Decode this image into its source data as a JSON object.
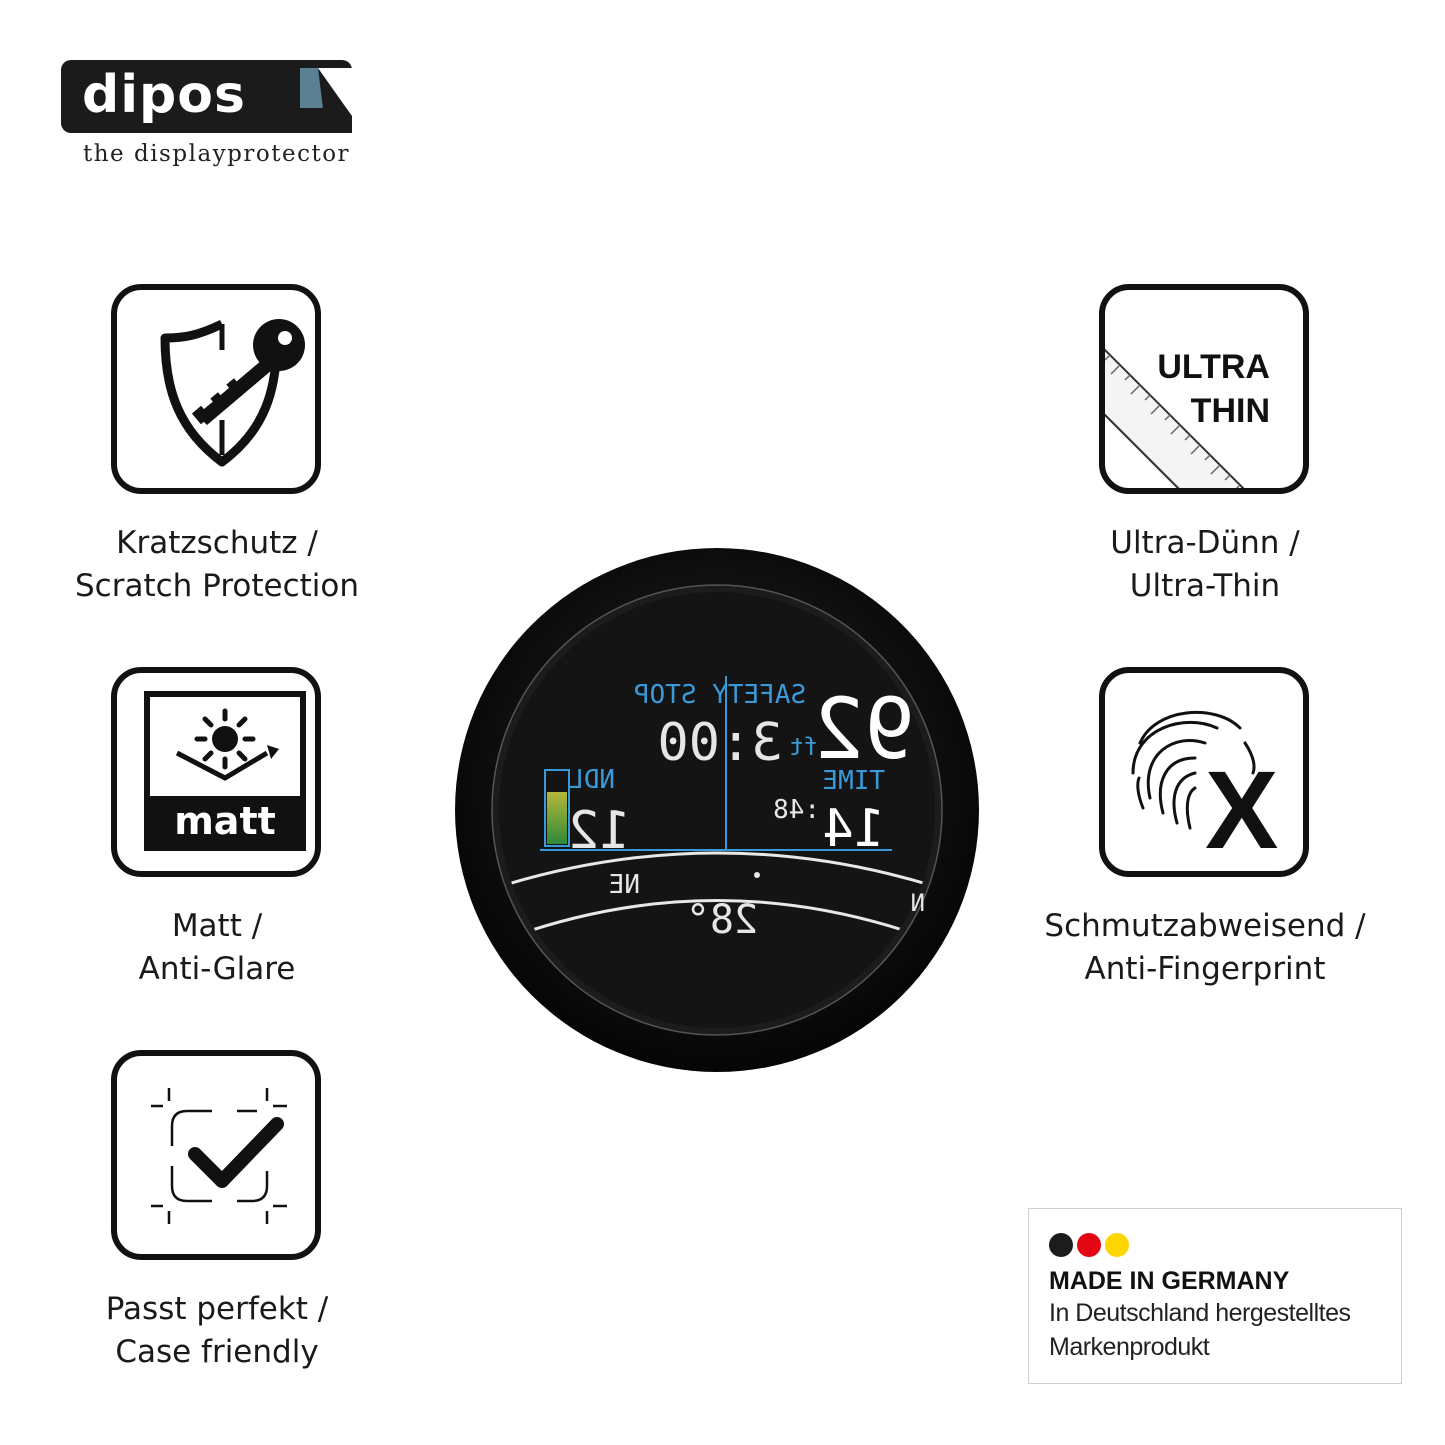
{
  "brand": {
    "name": "dipos",
    "tagline": "the displayprotector"
  },
  "features": {
    "scratch": {
      "icon": "shield-key-icon",
      "line1": "Kratzschutz /",
      "line2": "Scratch Protection"
    },
    "thin": {
      "icon": "ruler-icon",
      "badge_line1": "ULTRA",
      "badge_line2": "THIN",
      "line1": "Ultra-Dünn /",
      "line2": "Ultra-Thin"
    },
    "matt": {
      "icon": "sun-reflection-icon",
      "badge": "matt",
      "line1": "Matt /",
      "line2": "Anti-Glare"
    },
    "fingerprint": {
      "icon": "fingerprint-cross-icon",
      "line1": "Schmutzabweisend /",
      "line2": "Anti-Fingerprint"
    },
    "fit": {
      "icon": "frame-check-icon",
      "line1": "Passt perfekt /",
      "line2": "Case friendly"
    }
  },
  "made_in": {
    "title": "MADE IN GERMANY",
    "line1": "In Deutschland hergestelltes",
    "line2": "Markenprodukt",
    "flag_colors": [
      "#1c1c1c",
      "#e30613",
      "#ffd500"
    ]
  },
  "device_screen": {
    "safety_label": "SAFETY STOP",
    "safety_time": "3:00",
    "depth_value": "92",
    "depth_unit": "ft",
    "ndl_label": "NDL",
    "ndl_value": "12",
    "time_label": "TIME",
    "time_main": "14",
    "time_sec": ":48",
    "compass_left": "NE",
    "compass_right": "N",
    "heading": "28°",
    "accent_color": "#3a9ad9"
  }
}
